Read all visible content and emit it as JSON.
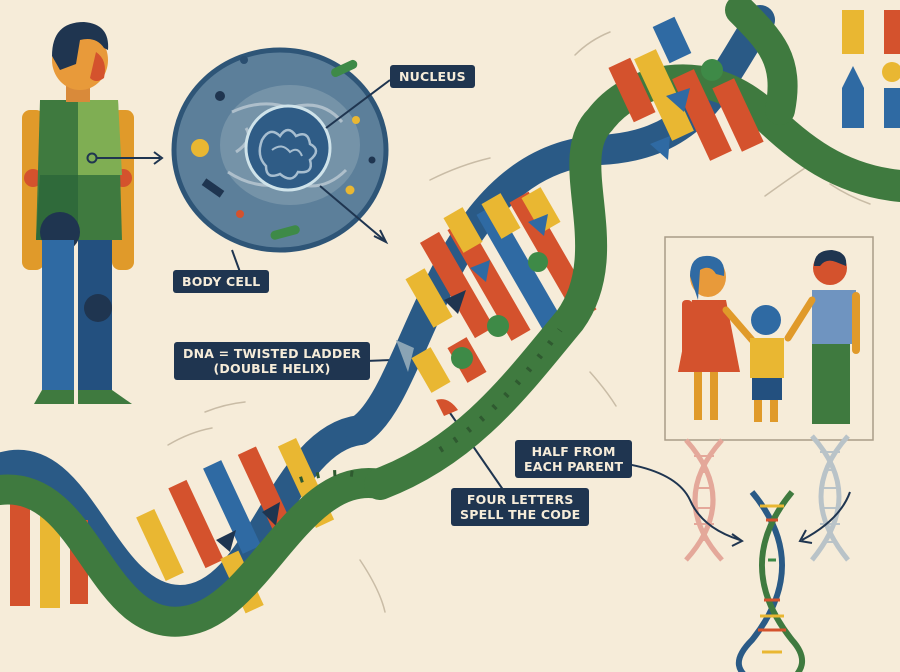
{
  "labels": {
    "nucleus": "NUCLEUS",
    "body_cell": "BODY CELL",
    "dna_line1": "DNA = TWISTED LADDER",
    "dna_line2": "(DOUBLE HELIX)",
    "four_line1": "FOUR LETTERS",
    "four_line2": "SPELL THE CODE",
    "half_line1": "HALF FROM",
    "half_line2": "EACH PARENT"
  },
  "colors": {
    "background": "#f6ecd9",
    "label_bg": "#1f3550",
    "helix_green": "#3f7a3f",
    "helix_blue": "#2a5a86",
    "base_red": "#d4522d",
    "base_yellow": "#e9b732",
    "base_blue": "#2f6aa3",
    "base_green": "#3e8a47"
  },
  "icons": {
    "triangle": "triangle-icon",
    "circle": "circle-icon"
  }
}
